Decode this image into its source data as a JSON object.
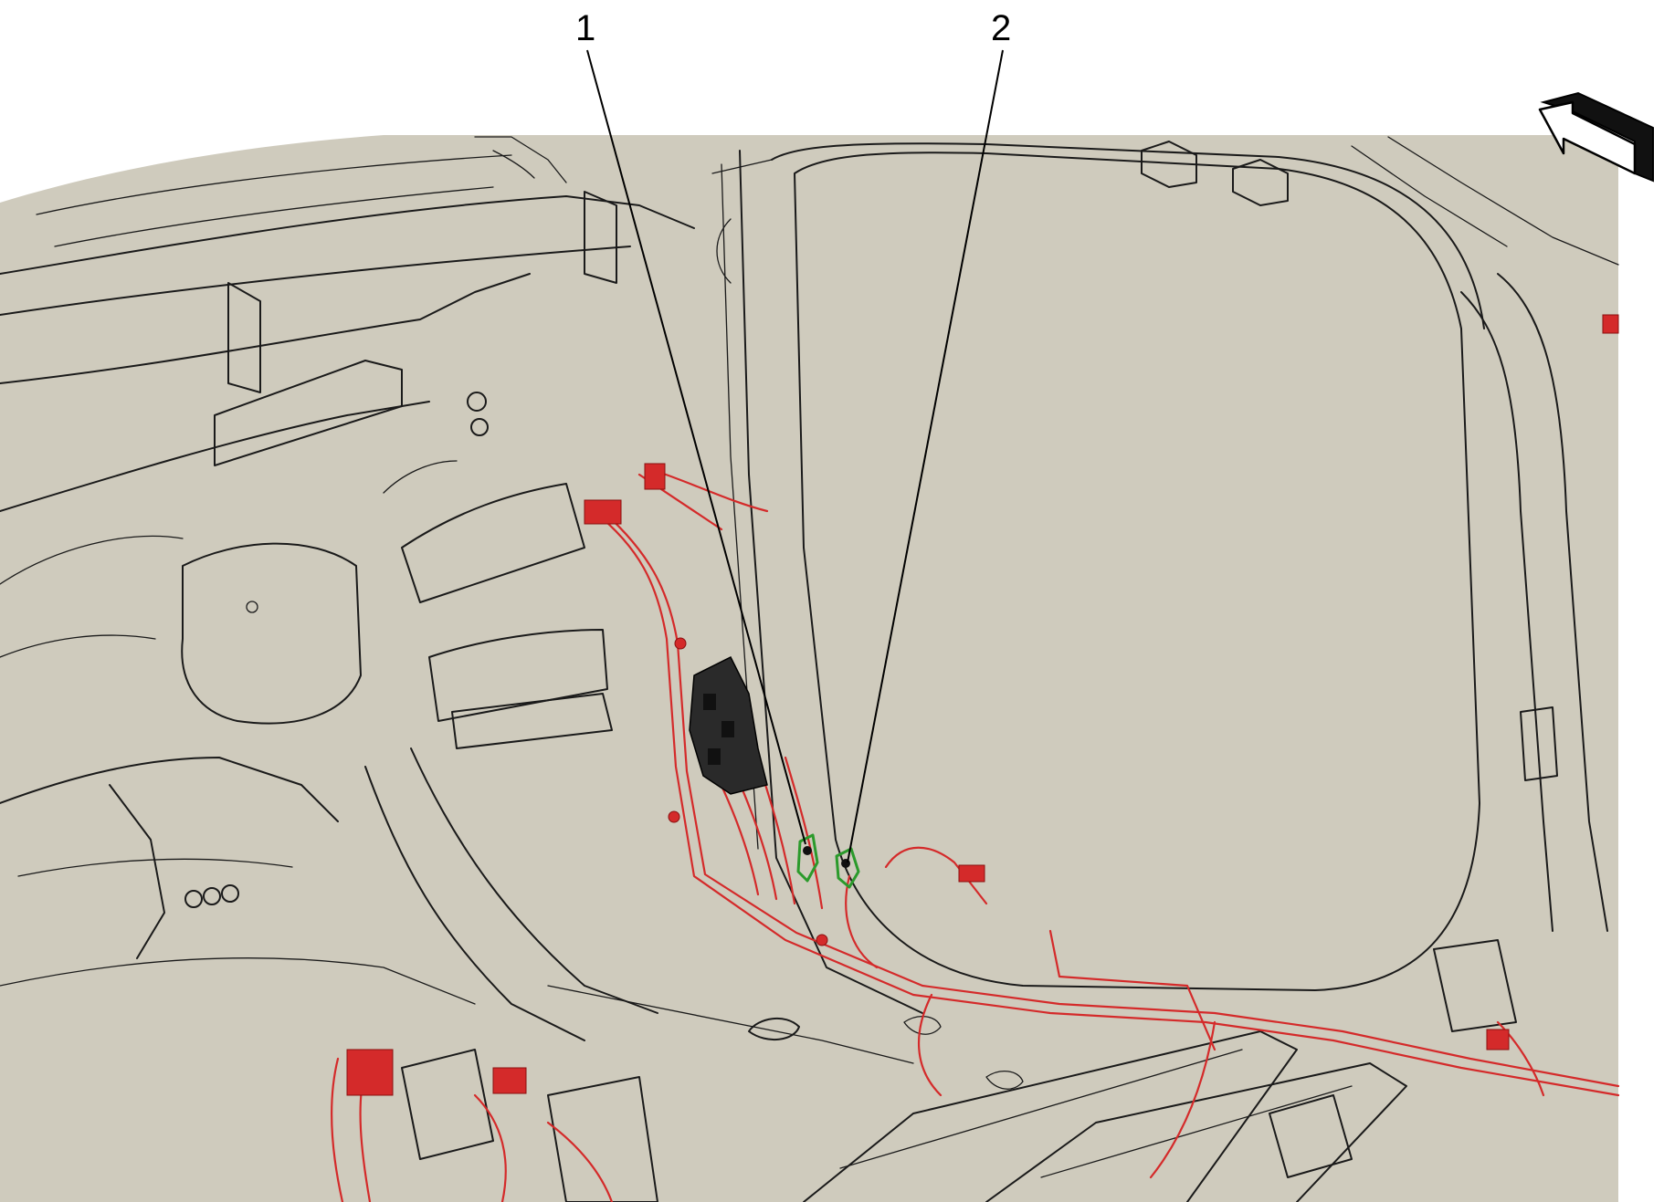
{
  "callouts": [
    {
      "label": "1",
      "name": "callout-1"
    },
    {
      "label": "2",
      "name": "callout-2"
    }
  ],
  "colors": {
    "background": "#ffffff",
    "panel": "#cfcbbd",
    "outline": "#1a1a1a",
    "harness": "#d42a2a",
    "ground_strap": "#2b9a2b"
  },
  "icons": {
    "orientation": "front-direction-arrow-icon"
  }
}
